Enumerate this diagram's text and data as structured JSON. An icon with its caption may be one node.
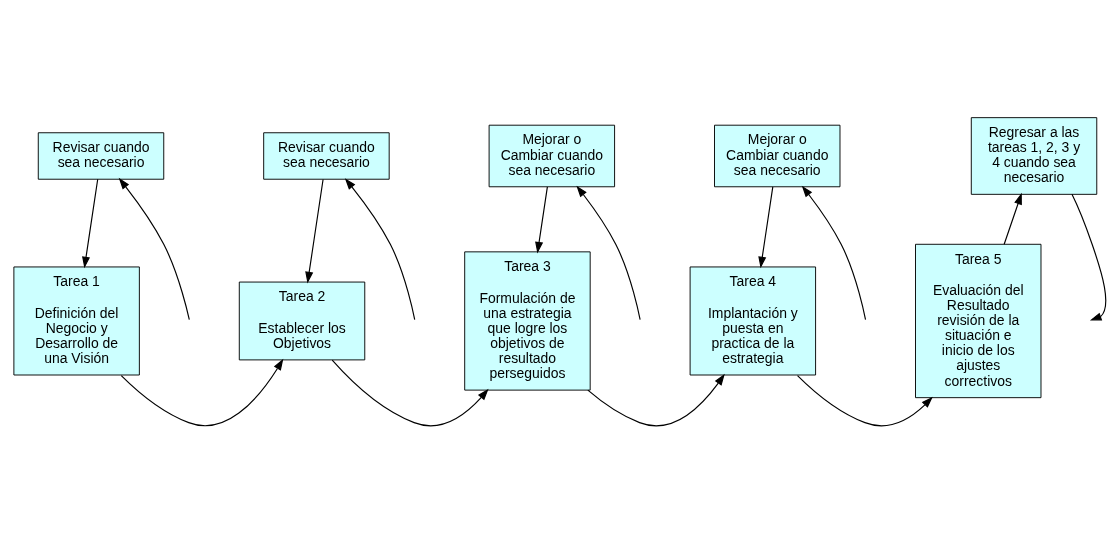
{
  "diagram": {
    "nodes": [
      {
        "text": [
          "Tarea 1",
          "Definición del Negocio y Desarrollo de una Visión"
        ]
      },
      {
        "text": [
          "Tarea 2",
          "Establecer los Objetivos"
        ]
      },
      {
        "text": [
          "Tarea 3",
          "Formulación de una estrategia que logre los objetivos de resultado perseguidos"
        ]
      },
      {
        "text": [
          "Tarea 4",
          "Implantación y puesta en practica de la estrategia"
        ]
      },
      {
        "text": [
          "Tarea 5",
          "Evaluación del Resultado revisión de la situación e inicio de los ajustes correctivos"
        ]
      },
      {
        "text": [
          "Revisar cuando sea necesario"
        ]
      },
      {
        "text": [
          "Revisar cuando sea necesario"
        ]
      },
      {
        "text": [
          "Mejorar o Cambiar cuando sea necesario"
        ]
      },
      {
        "text": [
          "Mejorar o Cambiar cuando sea necesario"
        ]
      },
      {
        "text": [
          "Regresar a las tareas 1, 2, 3 y 4 cuando sea necesario"
        ]
      }
    ],
    "edges": [
      {
        "from": 0,
        "to": 1,
        "arrow": "to"
      },
      {
        "from": 1,
        "to": 2,
        "arrow": "to"
      },
      {
        "from": 2,
        "to": 3,
        "arrow": "to"
      },
      {
        "from": 3,
        "to": 4,
        "arrow": "to"
      },
      {
        "from": 5,
        "to": 0,
        "arrow": "to"
      },
      {
        "from": 6,
        "to": 1,
        "arrow": "to"
      },
      {
        "from": 7,
        "to": 2,
        "arrow": "to"
      },
      {
        "from": 8,
        "to": 3,
        "arrow": "to"
      },
      {
        "from": 4,
        "to": 9,
        "arrow": "to"
      },
      {
        "from": null,
        "to": 5,
        "arrow": "to"
      },
      {
        "from": null,
        "to": 6,
        "arrow": "to"
      },
      {
        "from": null,
        "to": 7,
        "arrow": "to"
      },
      {
        "from": null,
        "to": 8,
        "arrow": "to"
      },
      {
        "from": 9,
        "to": null,
        "arrow": "to"
      }
    ]
  }
}
